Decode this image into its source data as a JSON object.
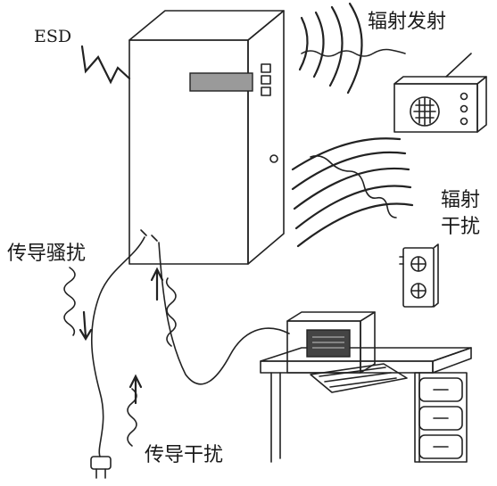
{
  "labels": {
    "esd": "ESD",
    "radiated_emission": "辐射发射",
    "radiated_interference_line1": "辐射",
    "radiated_interference_line2": "干扰",
    "conducted_disturbance": "传导骚扰",
    "conducted_interference": "传导干扰"
  },
  "colors": {
    "ink": "#222222",
    "background": "#ffffff",
    "display_fill": "#9a9a9a"
  }
}
